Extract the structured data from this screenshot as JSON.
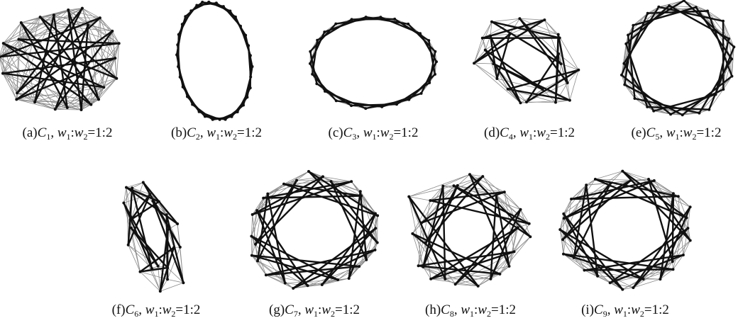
{
  "figure": {
    "panels": [
      {
        "id": "a",
        "label": "(a)",
        "graph": "C",
        "graph_index": "1",
        "w1": "w",
        "w1_index": "1",
        "w2": "w",
        "w2_index": "2",
        "ratio": "=1:2",
        "shape": "dense-circle",
        "node_count": 24
      },
      {
        "id": "b",
        "label": "(b)",
        "graph": "C",
        "graph_index": "2",
        "w1": "w",
        "w1_index": "1",
        "w2": "w",
        "w2_index": "2",
        "ratio": "=1:2",
        "shape": "tall-ring",
        "node_count": 34
      },
      {
        "id": "c",
        "label": "(c)",
        "graph": "C",
        "graph_index": "3",
        "w1": "w",
        "w1_index": "1",
        "w2": "w",
        "w2_index": "2",
        "ratio": "=1:2",
        "shape": "wide-ring",
        "node_count": 26
      },
      {
        "id": "d",
        "label": "(d)",
        "graph": "C",
        "graph_index": "4",
        "w1": "w",
        "w1_index": "1",
        "w2": "w",
        "w2_index": "2",
        "ratio": "=1:2",
        "shape": "tilted-blocks",
        "node_count": 22
      },
      {
        "id": "e",
        "label": "(e)",
        "graph": "C",
        "graph_index": "5",
        "w1": "w",
        "w1_index": "1",
        "w2": "w",
        "w2_index": "2",
        "ratio": "=1:2",
        "shape": "ring-hollow",
        "node_count": 26
      },
      {
        "id": "f",
        "label": "(f)",
        "graph": "C",
        "graph_index": "6",
        "w1": "w",
        "w1_index": "1",
        "w2": "w",
        "w2_index": "2",
        "ratio": "=1:2",
        "shape": "diagonal-blocks",
        "node_count": 22
      },
      {
        "id": "g",
        "label": "(g)",
        "graph": "C",
        "graph_index": "7",
        "w1": "w",
        "w1_index": "1",
        "w2": "w",
        "w2_index": "2",
        "ratio": "=1:2",
        "shape": "wide-dense",
        "node_count": 30
      },
      {
        "id": "h",
        "label": "(h)",
        "graph": "C",
        "graph_index": "8",
        "w1": "w",
        "w1_index": "1",
        "w2": "w",
        "w2_index": "2",
        "ratio": "=1:2",
        "shape": "square-dense",
        "node_count": 26
      },
      {
        "id": "i",
        "label": "(i)",
        "graph": "C",
        "graph_index": "9",
        "w1": "w",
        "w1_index": "1",
        "w2": "w",
        "w2_index": "2",
        "ratio": "=1:2",
        "shape": "wide-dense",
        "node_count": 30
      }
    ],
    "colors": {
      "thin_edge": "#8a8a8a",
      "thick_edge": "#111111",
      "node": "#111111",
      "caption": "#111111"
    }
  }
}
